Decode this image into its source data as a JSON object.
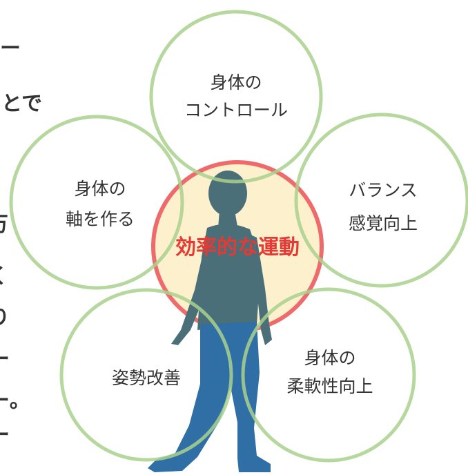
{
  "colors": {
    "ring": "#a9d18e",
    "center_fill": "#fdf0cc",
    "center_stroke": "#ef6b6b",
    "center_text": "#e53935",
    "silhouette_upper": "#4b6f78",
    "silhouette_lower": "#2f6fa5",
    "text": "#333333"
  },
  "center": {
    "label": "効率的な運動"
  },
  "circles": {
    "top": {
      "line1": "身体の",
      "line2": "コントロール"
    },
    "left": {
      "line1": "身体の",
      "line2": "軸を作る"
    },
    "right": {
      "line1": "バランス",
      "line2": "感覚向上"
    },
    "bottom_left": {
      "line1": "姿勢改善"
    },
    "bottom_right": {
      "line1": "身体の",
      "line2": "柔軟性向上"
    }
  },
  "edge_fragments": {
    "top_a": "ー",
    "top_b": "とで",
    "mid_a": "万",
    "mid_b": "く",
    "mid_c": "り",
    "low_a": "ー",
    "low_b": "ー。",
    "low_c": "ー"
  },
  "figure": {
    "icon": "walking-person-icon"
  }
}
